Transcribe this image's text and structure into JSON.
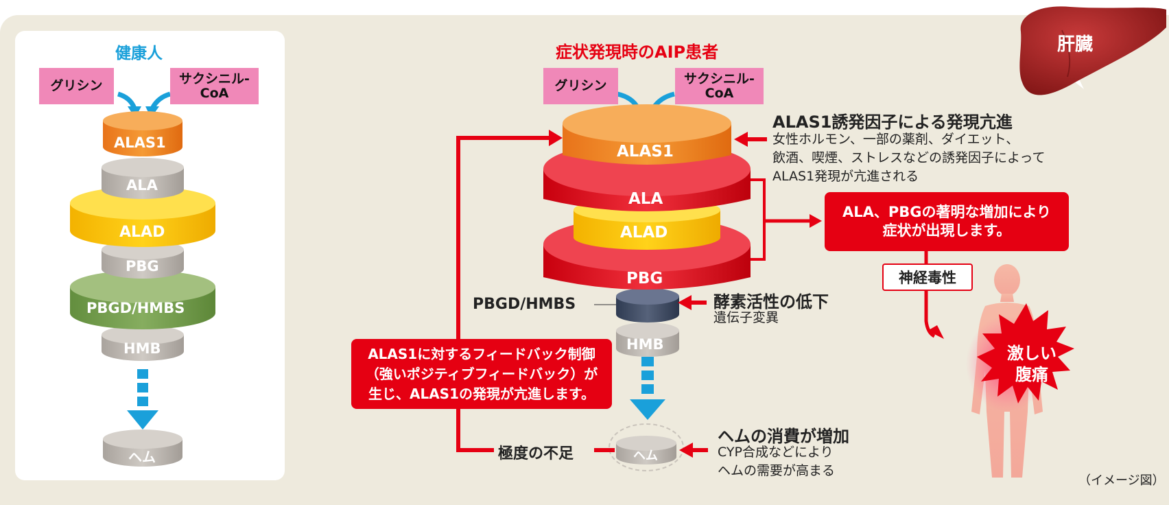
{
  "healthy": {
    "title": "健康人",
    "glycine": "グリシン",
    "succinyl_coa": "サクシニル-\nCoA",
    "alas1": "ALAS1",
    "ala": "ALA",
    "alad": "ALAD",
    "pbg": "PBG",
    "pbgd": "PBGD/HMBS",
    "hmb": "HMB",
    "heme": "ヘム"
  },
  "aip": {
    "title": "症状発現時のAIP患者",
    "glycine": "グリシン",
    "succinyl_coa": "サクシニル-\nCoA",
    "alas1": "ALAS1",
    "ala": "ALA",
    "alad": "ALAD",
    "pbg": "PBG",
    "pbgd": "PBGD/HMBS",
    "hmb": "HMB",
    "heme": "ヘム",
    "deficiency": "極度の不足"
  },
  "annotations": {
    "alas1_induction_title": "ALAS1誘発因子による発現亢進",
    "alas1_induction_body": "女性ホルモン、一部の薬剤、ダイエット、\n飲酒、喫煙、ストレスなどの誘発因子によって\nALAS1発現が亢進される",
    "symptom_box": "ALA、PBGの著明な増加により\n症状が出現します。",
    "neurotoxicity": "神経毒性",
    "enzyme_title": "酵素活性の低下",
    "enzyme_body": "遺伝子変異",
    "feedback_box": "ALAS1に対するフィードバック制御\n（強いポジティブフィードバック）が\n生じ、ALAS1の発現が亢進します。",
    "heme_consumption_title": "ヘムの消費が増加",
    "heme_consumption_body": "CYP合成などにより\nヘムの需要が高まる",
    "liver": "肝臓",
    "pain": "激しい\n腹痛",
    "image_note": "（イメージ図）"
  },
  "colors": {
    "background": "#eeeadd",
    "blue": "#1aa0da",
    "red": "#e60012",
    "orange": "#f08a1e",
    "yellow": "#f7b800",
    "green": "#6f9c4a",
    "gray": "#b9b4ae",
    "pink": "#f088b8",
    "navy": "#3b4a66"
  }
}
